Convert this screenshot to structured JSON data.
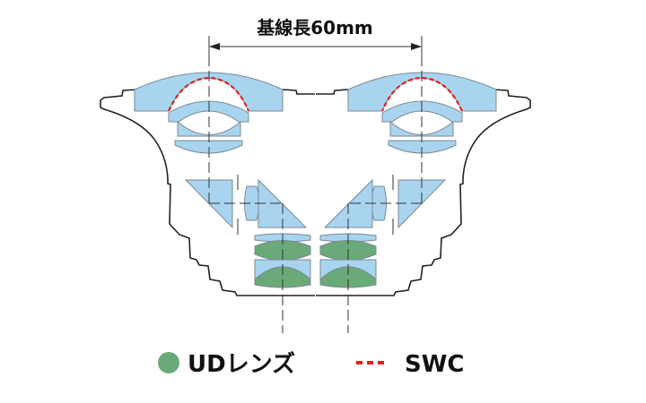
{
  "title": "基線長60mm",
  "legend": [
    {
      "label": "UDレンズ",
      "color": "#6aaa78",
      "marker": "circle"
    },
    {
      "label": "SWC",
      "color": "#e41e1e",
      "marker": "dashed-line"
    }
  ],
  "colors": {
    "lens": "#a8d4ef",
    "ud_lens": "#6aaa78",
    "swc": "#e41e1e"
  }
}
